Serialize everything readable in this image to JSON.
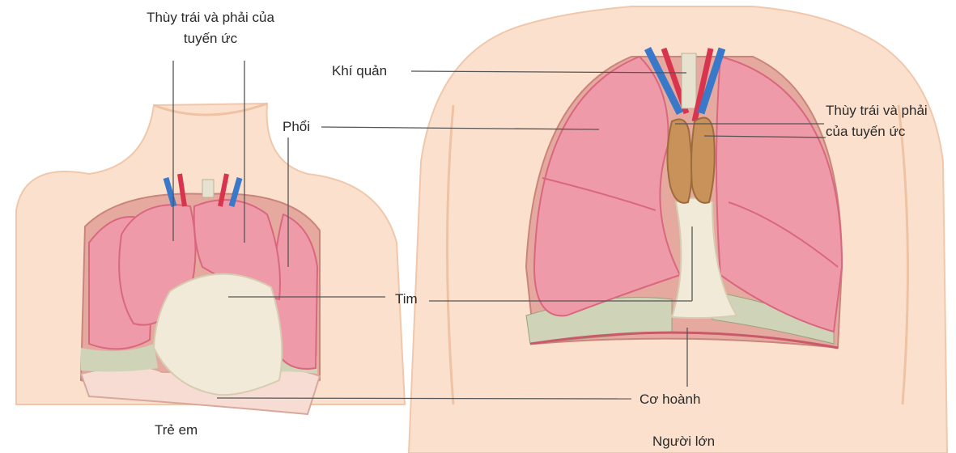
{
  "labels": {
    "child_thymus": "Thùy trái và phải của tuyến ức",
    "lung": "Phổi",
    "trachea": "Khí quản",
    "adult_thymus": "Thùy trái và phải của tuyến ức",
    "heart": "Tim",
    "diaphragm": "Cơ hoành",
    "child_caption": "Trẻ em",
    "adult_caption": "Người lớn"
  },
  "colors": {
    "skin": "#fbe1cd",
    "skin_shadow": "#f2c7a8",
    "lung": "#ef9aa9",
    "lung_dark": "#d9687e",
    "thymus": "#c9925a",
    "heart_sac": "#f1ead8",
    "pleura": "#cfd3b8",
    "vein": "#3a79c9",
    "artery": "#d8344d",
    "trachea": "#e7e2d0",
    "leader_line": "#555555"
  }
}
